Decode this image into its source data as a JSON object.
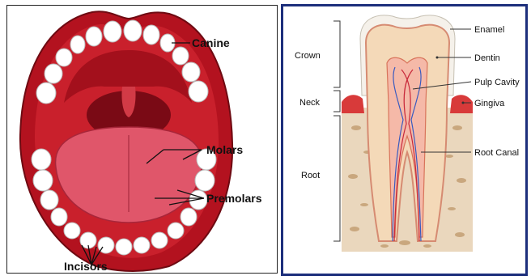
{
  "left_diagram": {
    "labels": {
      "canine": "Canine",
      "molars": "Molars",
      "premolars": "Premolars",
      "incisors": "Incisors"
    }
  },
  "right_diagram": {
    "regions": {
      "crown": "Crown",
      "neck": "Neck",
      "root": "Root"
    },
    "parts": {
      "enamel": "Enamel",
      "dentin": "Dentin",
      "pulp_cavity": "Pulp Cavity",
      "gingiva": "Gingiva",
      "root_canal": "Root Canal"
    }
  },
  "colors": {
    "lip": "#b3121f",
    "mouth_interior": "#c9202c",
    "tongue": "#e0566a",
    "tooth": "#ffffff",
    "gum": "#d83a3a",
    "dentin": "#f4d9b8",
    "bone": "#ead7bd",
    "panel_border": "#1d2f7c"
  }
}
